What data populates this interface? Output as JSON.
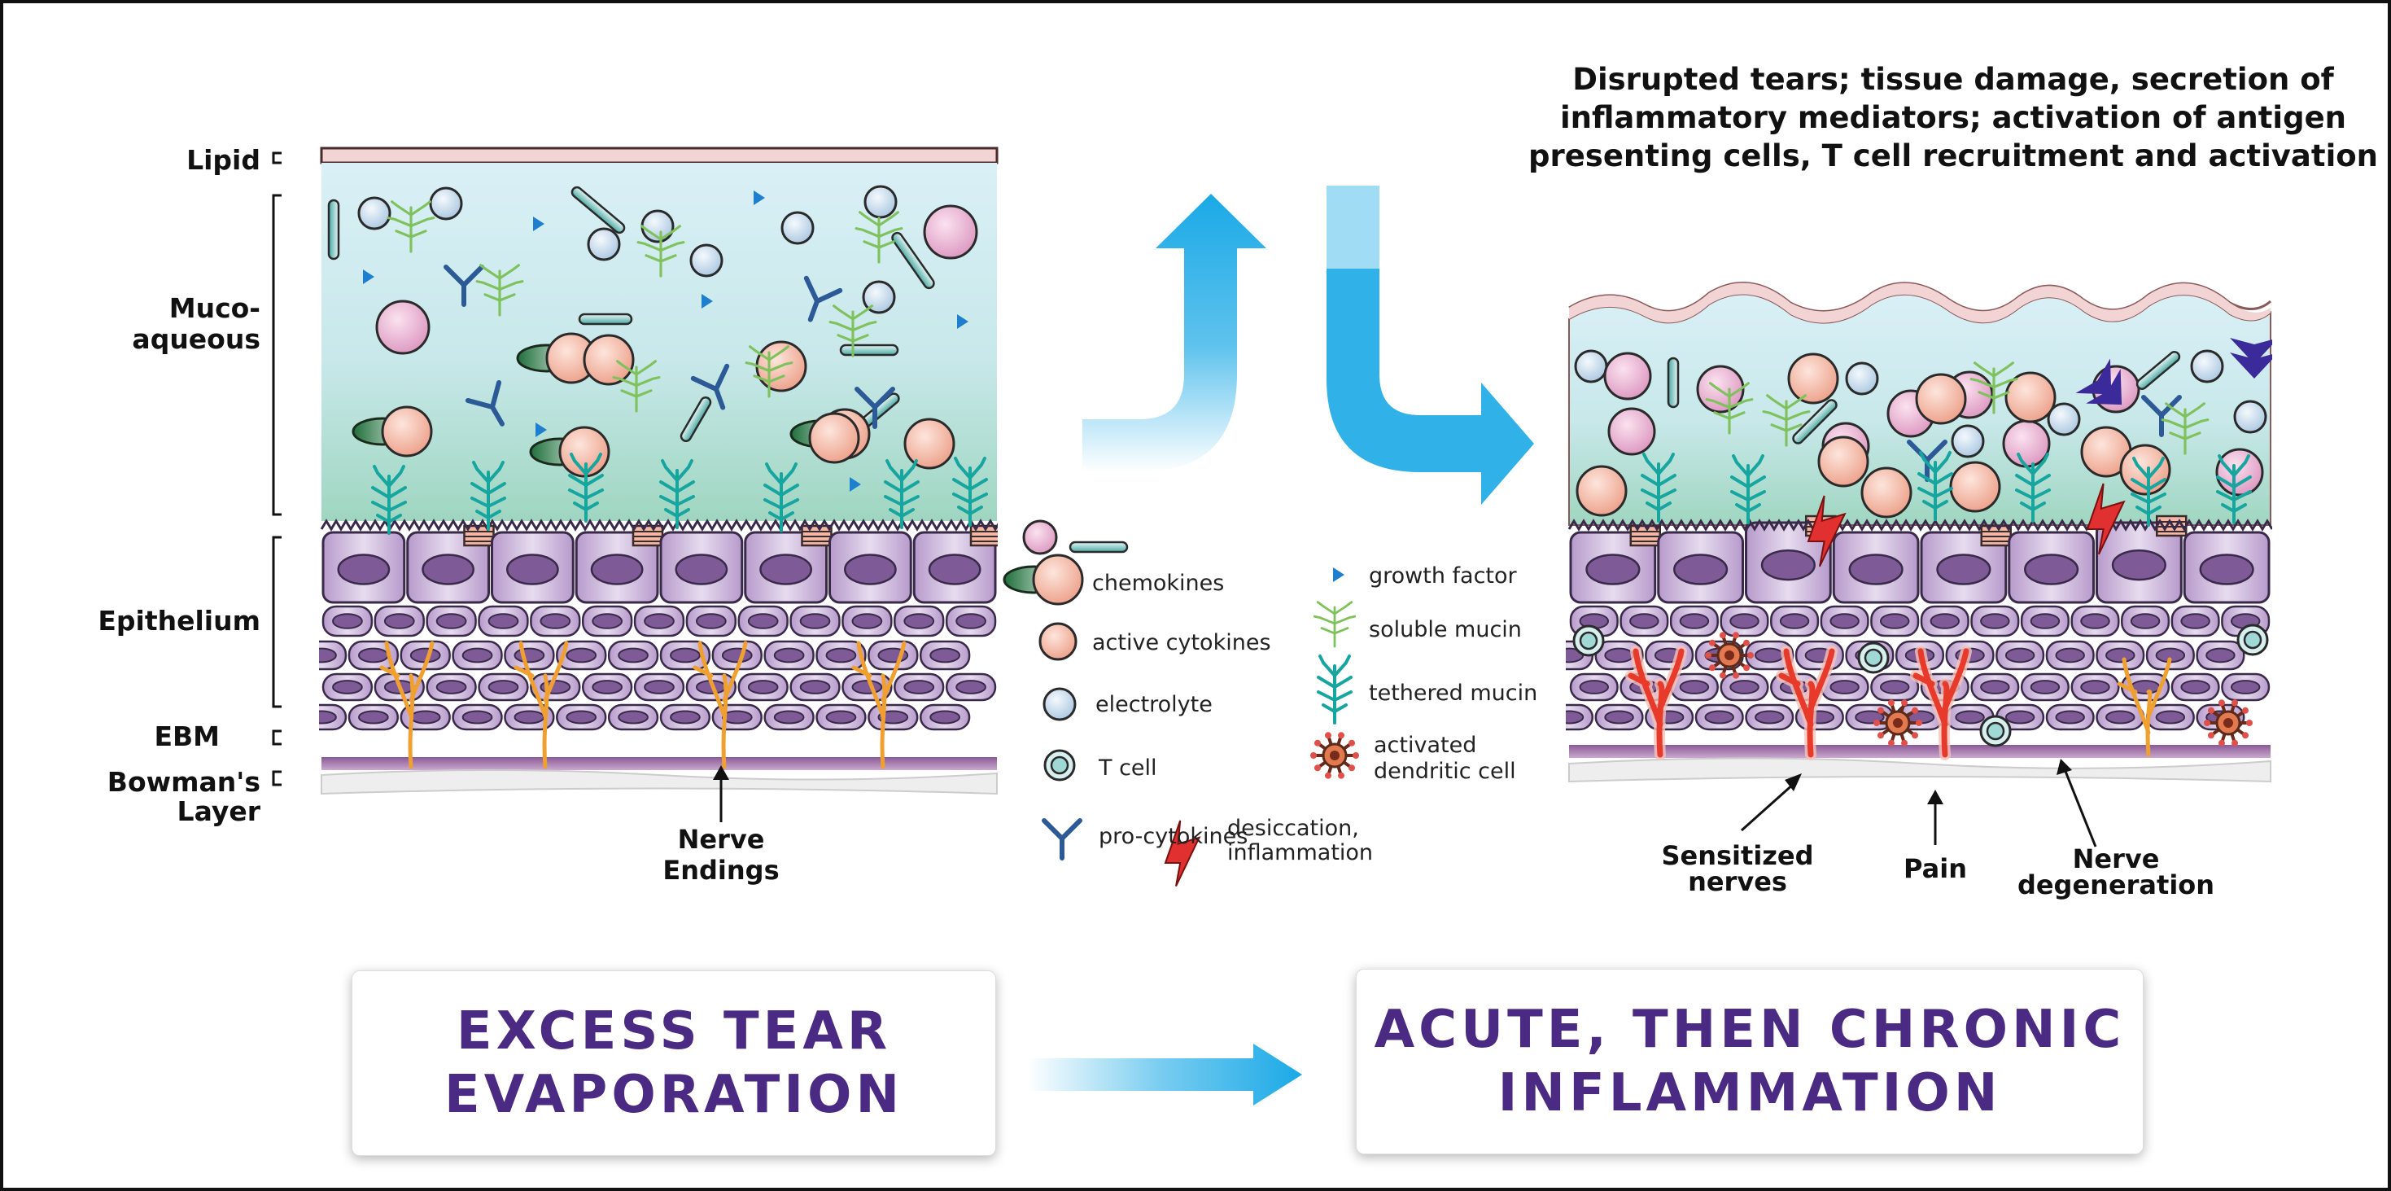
{
  "header_text": "Disrupted tears; tissue damage, secretion of inflammatory mediators; activation of antigen presenting cells, T cell recruitment and activation",
  "layer_labels": {
    "lipid": "Lipid",
    "mucoaqueous_1": "Muco-",
    "mucoaqueous_2": "aqueous",
    "epithelium": "Epithelium",
    "ebm": "EBM",
    "bowmans_1": "Bowman's",
    "bowmans_2": "Layer"
  },
  "annotations": {
    "nerve_endings_1": "Nerve",
    "nerve_endings_2": "Endings",
    "sensitized_1": "Sensitized",
    "sensitized_2": "nerves",
    "pain": "Pain",
    "degeneration_1": "Nerve",
    "degeneration_2": "degeneration"
  },
  "legend": {
    "chemokines": "chemokines",
    "active_cytokines": "active cytokines",
    "electrolyte": "electrolyte",
    "t_cell": "T cell",
    "pro_cytokines": "pro-cytokines",
    "growth_factor": "growth factor",
    "soluble_mucin": "soluble mucin",
    "tethered_mucin": "tethered mucin",
    "dendritic_1": "activated",
    "dendritic_2": "dendritic cell",
    "desiccation_1": "desiccation,",
    "desiccation_2": "inflammation"
  },
  "boxes": {
    "left": "EXCESS TEAR\nEVAPORATION",
    "right": "ACUTE, THEN CHRONIC\nINFLAMMATION"
  },
  "icons": [
    "arrow-up-icon",
    "arrow-down-right-icon",
    "arrow-right-icon",
    "lightning-icon",
    "dendritic-cell-icon",
    "t-cell-icon",
    "antibody-icon"
  ],
  "colors": {
    "tear_top": "#d9f0f6",
    "tear_bottom": "#9fd6c0",
    "cell": "#c8b3d8",
    "nucleus": "#7e5a96",
    "nerve_normal": "#f0a030",
    "nerve_sensitized": "#e83a2a",
    "arrow_blue": "#1aa9e6",
    "box_text": "#4a2a82",
    "cytokine": "#f3b7a6",
    "chemokine": "#eab4d4",
    "electrolyte": "#c4dcef",
    "mucin": "#7fc25d",
    "tethered": "#17a5a0"
  }
}
